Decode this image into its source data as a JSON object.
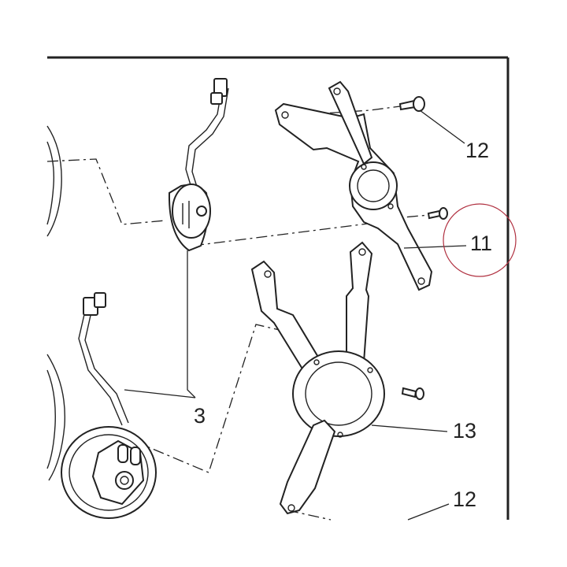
{
  "callouts": {
    "c12_top": "12",
    "c11": "11",
    "c3": "3",
    "c13": "13",
    "c12_bottom": "12"
  },
  "colors": {
    "line": "#222222",
    "background": "#ffffff",
    "highlight_circle": "#b03040"
  },
  "highlighted_callout": "11"
}
